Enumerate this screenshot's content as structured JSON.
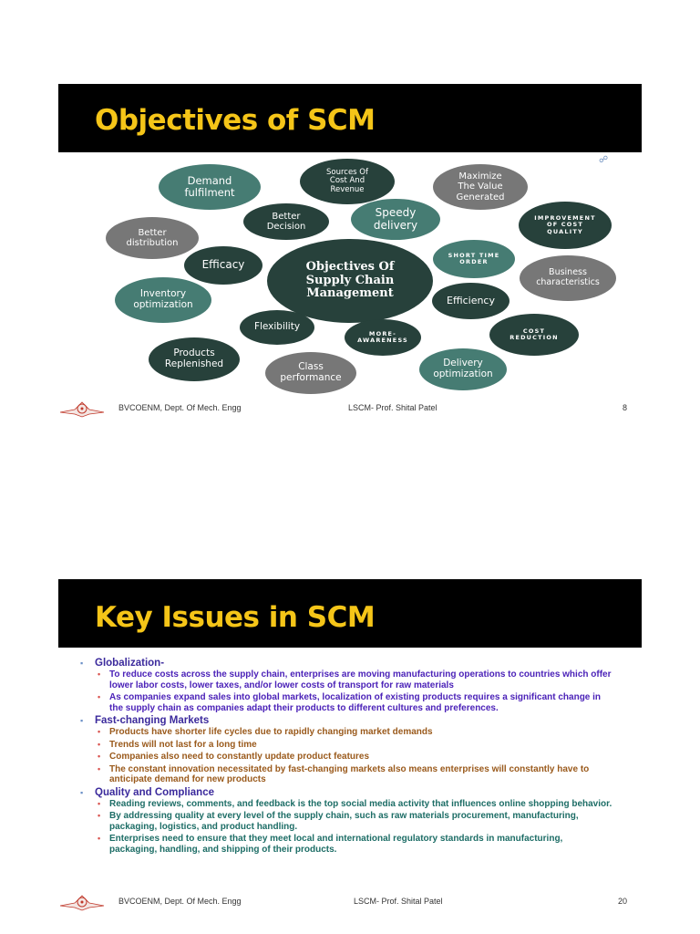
{
  "slide1": {
    "title": "Objectives of SCM",
    "center": "Objectives Of\nSupply Chain\nManagement",
    "bubbles": [
      "Demand\nfulfilment",
      "Sources Of\nCost And\nRevenue",
      "Maximize\nThe Value\nGenerated",
      "Better\nDecision",
      "Speedy\ndelivery",
      "IMPROVEMENT\nOF COST\nQUALITY",
      "Better\ndistribution",
      "Efficacy",
      "SHORT TIME\nORDER",
      "Business\ncharacteristics",
      "Inventory\noptimization",
      "Efficiency",
      "Flexibility",
      "MORE-\nAWARENESS",
      "COST\nREDUCTION",
      "Products\nReplenished",
      "Class\nperformance",
      "Delivery\noptimization"
    ],
    "footer": {
      "left": "BVCOENM, Dept. Of Mech. Engg",
      "mid": "LSCM- Prof. Shital Patel",
      "page": "8"
    }
  },
  "slide2": {
    "title": "Key Issues in SCM",
    "sections": [
      {
        "heading": "Globalization-",
        "items": [
          "To reduce costs across the supply chain, enterprises are moving manufacturing operations to countries which offer lower labor costs, lower taxes, and/or lower costs of transport for raw materials",
          "As companies expand sales into global markets, localization of existing products requires a significant change in the supply chain as companies adapt their products to different cultures and preferences."
        ]
      },
      {
        "heading": "Fast-changing Markets",
        "items": [
          "Products have shorter life cycles due to rapidly changing market demands",
          "Trends will not last for a long time",
          "Companies also need to constantly update product features",
          "The constant innovation necessitated by fast-changing markets also means enterprises will constantly have to anticipate demand for new products"
        ]
      },
      {
        "heading": "Quality and Compliance",
        "items": [
          "Reading reviews, comments, and feedback is the top social media activity that influences online shopping behavior.",
          "By addressing quality at every level of the supply chain, such as raw materials procurement, manufacturing, packaging, logistics, and product handling.",
          "Enterprises need to ensure that they meet local and international regulatory standards in manufacturing, packaging, handling, and shipping of their products."
        ]
      }
    ],
    "footer": {
      "left": "BVCOENM, Dept. Of Mech. Engg",
      "mid": "LSCM- Prof. Shital Patel",
      "page": "20"
    }
  },
  "icons": {
    "bullet_section": "square-bullet-icon",
    "bullet_item": "dot-bullet-icon",
    "link": "link-icon"
  },
  "colors": {
    "title": "#f5c518",
    "title_bg": "#000000",
    "bubble_teal": "#467c73",
    "bubble_dark": "#27413b",
    "bubble_grey": "#777777"
  }
}
